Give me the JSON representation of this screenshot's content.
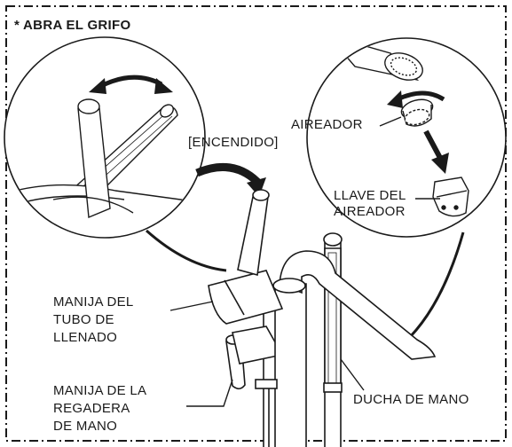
{
  "header": {
    "note": "* ABRA EL GRIFO"
  },
  "labels": {
    "encendido": "[ENCENDIDO]",
    "aireador": "AIREADOR",
    "llave_line1": "LLAVE DEL",
    "llave_line2": "AIREADOR",
    "manija_tubo_line1": "MANIJA DEL",
    "manija_tubo_line2": "TUBO DE",
    "manija_tubo_line3": "LLENADO",
    "manija_regadera_line1": "MANIJA DE LA",
    "manija_regadera_line2": "REGADERA",
    "manija_regadera_line3": "DE MANO",
    "ducha": "DUCHA DE MANO"
  },
  "colors": {
    "ink": "#1a1a1a",
    "background": "#ffffff"
  }
}
